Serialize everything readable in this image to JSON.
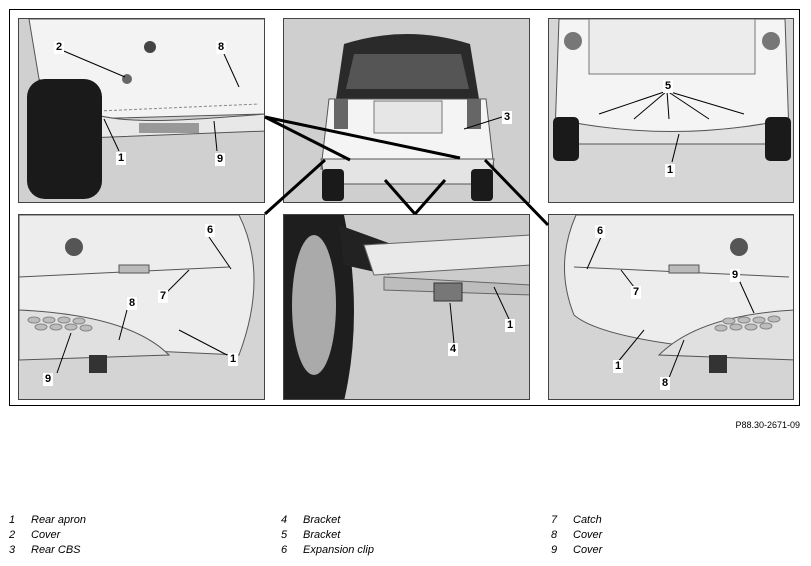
{
  "figure": {
    "reference": "P88.30-2671-09",
    "callouts": {
      "tl": [
        "2",
        "8",
        "1",
        "9"
      ],
      "tc": [
        "3"
      ],
      "tr": [
        "5",
        "1"
      ],
      "bl": [
        "6",
        "7",
        "8",
        "1",
        "9"
      ],
      "bc": [
        "4",
        "1"
      ],
      "br": [
        "6",
        "9",
        "7",
        "1",
        "8"
      ]
    }
  },
  "legend": {
    "col1": [
      {
        "num": "1",
        "label": "Rear apron"
      },
      {
        "num": "2",
        "label": "Cover"
      },
      {
        "num": "3",
        "label": "Rear CBS"
      }
    ],
    "col2": [
      {
        "num": "4",
        "label": "Bracket"
      },
      {
        "num": "5",
        "label": "Bracket"
      },
      {
        "num": "6",
        "label": "Expansion clip"
      }
    ],
    "col3": [
      {
        "num": "7",
        "label": "Catch"
      },
      {
        "num": "8",
        "label": "Cover"
      },
      {
        "num": "9",
        "label": "Cover"
      }
    ]
  },
  "colors": {
    "panel_bg": "#d9d9d9",
    "line": "#000000",
    "body": "#f2f2f2",
    "tire": "#1a1a1a"
  }
}
